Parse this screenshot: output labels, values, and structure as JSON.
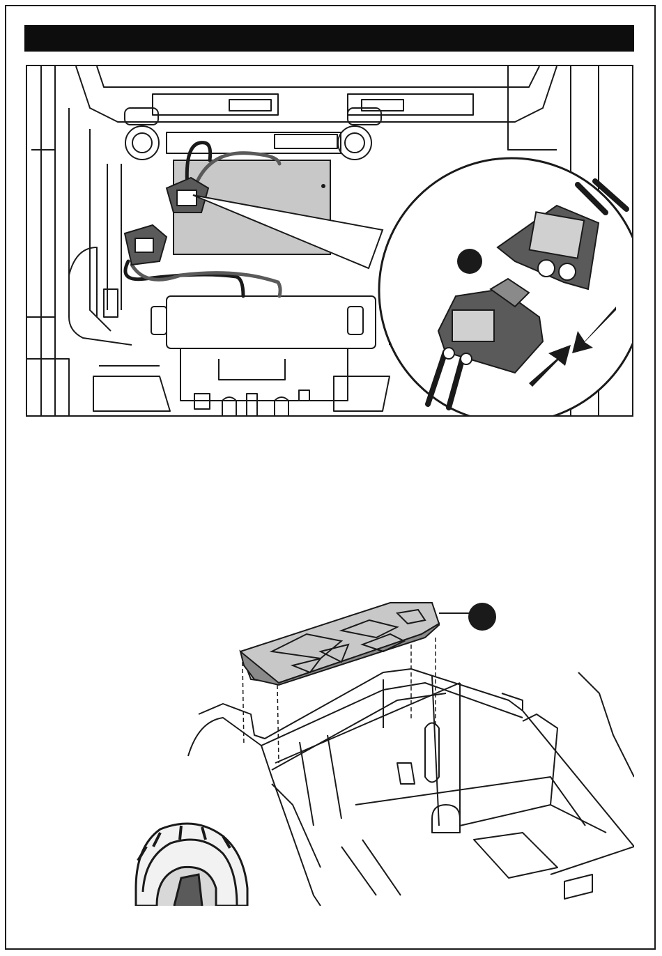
{
  "header": {
    "title": ""
  },
  "colors": {
    "ink": "#1a1a1a",
    "panel": "#c8c8c8",
    "connector": "#5a5a5a",
    "bar": "#0d0d0d"
  },
  "top_illustration": {
    "callout_marker": {
      "label": ""
    },
    "parts": [
      "battery",
      "wire-harness",
      "connector-plug",
      "connector-socket",
      "insert-arrows"
    ]
  },
  "bottom_illustration": {
    "callout_marker": {
      "label": ""
    },
    "parts": [
      "seat-panel",
      "vehicle-body",
      "wheel"
    ]
  }
}
